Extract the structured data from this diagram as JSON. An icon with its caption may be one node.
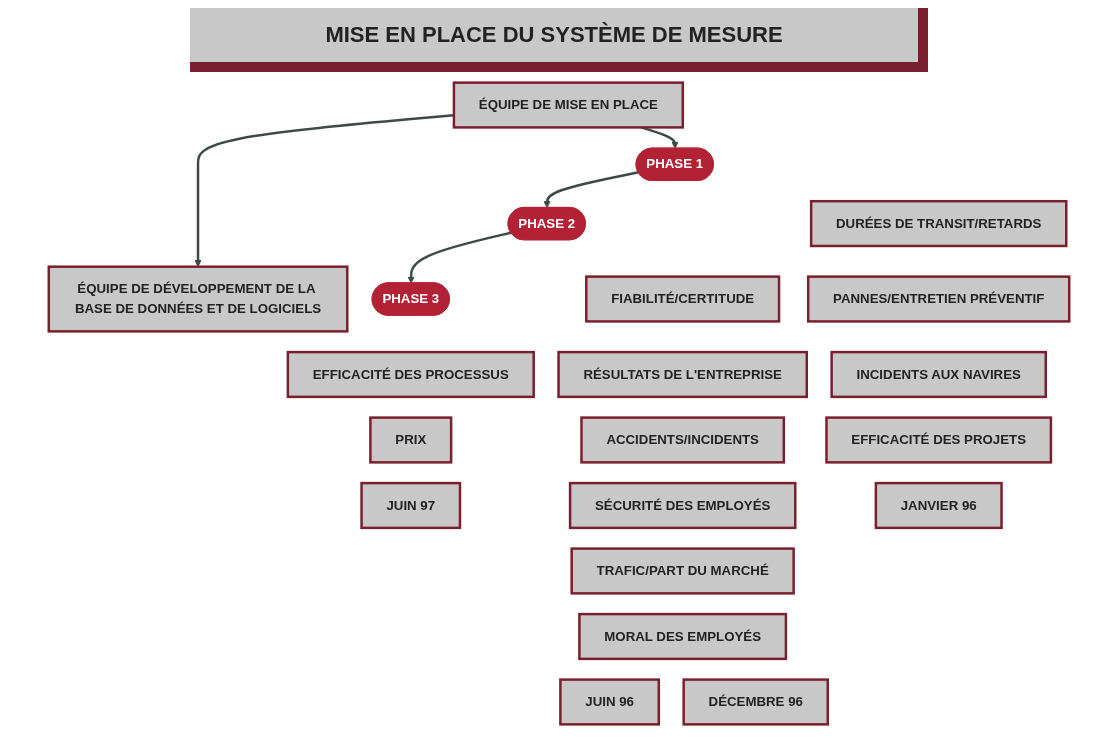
{
  "diagram": {
    "title": "MISE EN PLACE DU SYSTÈME DE MESURE",
    "nodes": [
      {
        "text": [
          "ÉQUIPE DE MISE EN PLACE"
        ]
      },
      {
        "text": [
          "ÉQUIPE DE DÉVELOPPEMENT DE LA BASE DE DONNÉES ET DE LOGICIELS"
        ]
      },
      {
        "text": [
          "PHASE 1"
        ]
      },
      {
        "text": [
          "PHASE 2"
        ]
      },
      {
        "text": [
          "PHASE 3"
        ]
      },
      {
        "text": [
          "DURÉES DE TRANSIT/RETARDS"
        ]
      },
      {
        "text": [
          "PANNES/ENTRETIEN PRÉVENTIF"
        ]
      },
      {
        "text": [
          "INCIDENTS AUX NAVIRES"
        ]
      },
      {
        "text": [
          "EFFICACITÉ DES PROJETS"
        ]
      },
      {
        "text": [
          "FIABILITÉ/CERTITUDE"
        ]
      },
      {
        "text": [
          "RÉSULTATS DE L'ENTREPRISE"
        ]
      },
      {
        "text": [
          "ACCIDENTS/INCIDENTS"
        ]
      },
      {
        "text": [
          "SÉCURITÉ DES EMPLOYÉS"
        ]
      },
      {
        "text": [
          "TRAFIC/PART DU MARCHÉ"
        ]
      },
      {
        "text": [
          "MORAL DES EMPLOYÉS"
        ]
      },
      {
        "text": [
          "EFFICACITÉ DES PROCESSUS"
        ]
      },
      {
        "text": [
          "PRIX"
        ]
      },
      {
        "text": [
          "JANVIER 96"
        ]
      },
      {
        "text": [
          "JUIN 96"
        ]
      },
      {
        "text": [
          "DÉCEMBRE 96"
        ]
      },
      {
        "text": [
          "JUIN 97"
        ]
      }
    ],
    "edges": [
      {
        "from": 0,
        "to": 1,
        "arrow": "to"
      },
      {
        "from": 0,
        "to": 2,
        "arrow": "to"
      },
      {
        "from": 2,
        "to": 3,
        "arrow": "to"
      },
      {
        "from": 3,
        "to": 4,
        "arrow": "to"
      }
    ]
  }
}
